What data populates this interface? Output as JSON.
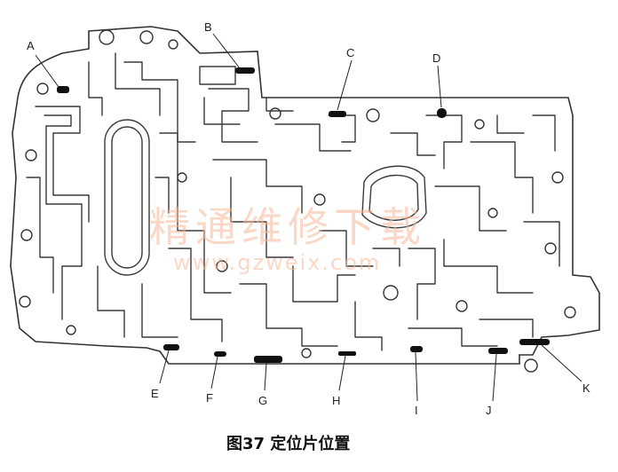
{
  "labels": [
    "A",
    "B",
    "C",
    "D",
    "E",
    "F",
    "G",
    "H",
    "I",
    "J",
    "K"
  ],
  "watermark": {
    "title": "精通维修下载",
    "url": "www.gzweix.com"
  },
  "caption": "图37  定位片位置"
}
